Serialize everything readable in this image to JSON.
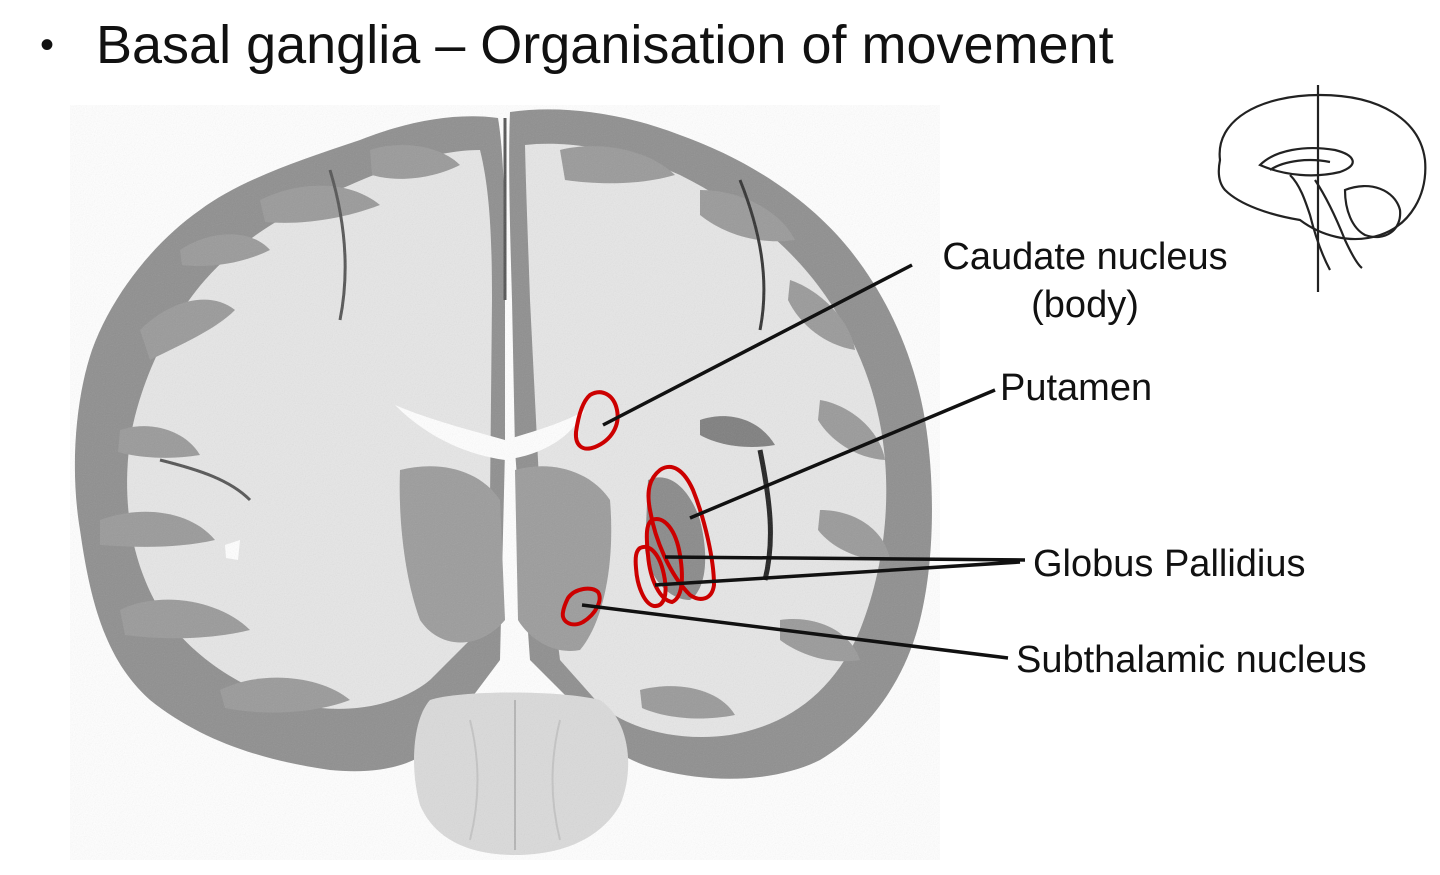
{
  "slide": {
    "bullet": "•",
    "title": "Basal ganglia – Organisation of movement"
  },
  "labels": {
    "caudate_line1": "Caudate nucleus",
    "caudate_line2": "(body)",
    "putamen": "Putamen",
    "globus_pallidus": "Globus Pallidius",
    "subthalamic": "Subthalamic nucleus"
  },
  "colors": {
    "outline": "#cc0000",
    "leader_line": "#111111",
    "tissue_white": "#e3e3e3",
    "tissue_grey": "#8e8e8e"
  }
}
